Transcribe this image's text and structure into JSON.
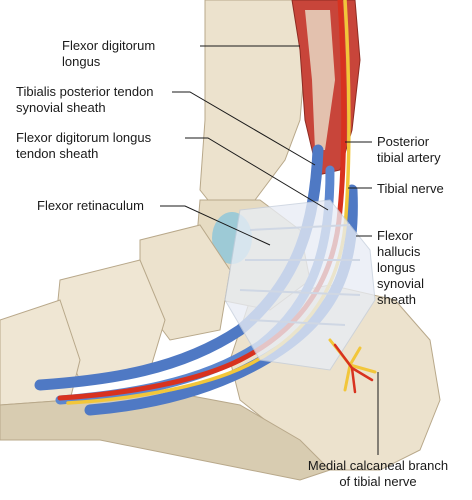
{
  "labels": {
    "flexor_digitorum_longus": [
      "Flexor digitorum",
      "longus"
    ],
    "tibialis_posterior_sheath": [
      "Tibialis posterior tendon",
      "synovial sheath"
    ],
    "fdl_tendon_sheath": [
      "Flexor digitorum longus",
      "tendon sheath"
    ],
    "flexor_retinaculum": [
      "Flexor retinaculum"
    ],
    "posterior_tibial_artery": [
      "Posterior",
      "tibial artery"
    ],
    "tibial_nerve": [
      "Tibial nerve"
    ],
    "fhl_synovial_sheath": [
      "Flexor",
      "hallucis",
      "longus",
      "synovial",
      "sheath"
    ],
    "medial_calcaneal_branch": [
      "Medial calcaneal branch",
      "of tibial nerve"
    ]
  },
  "colors": {
    "muscle": "#c8453a",
    "bone": "#ede3cf",
    "bone_shadow": "#cdbfa3",
    "sheath": "#4f79c4",
    "artery": "#d8321f",
    "nerve": "#f2c63a",
    "retinaculum": "#e8edf5",
    "cartilage": "#8fc7d9"
  }
}
